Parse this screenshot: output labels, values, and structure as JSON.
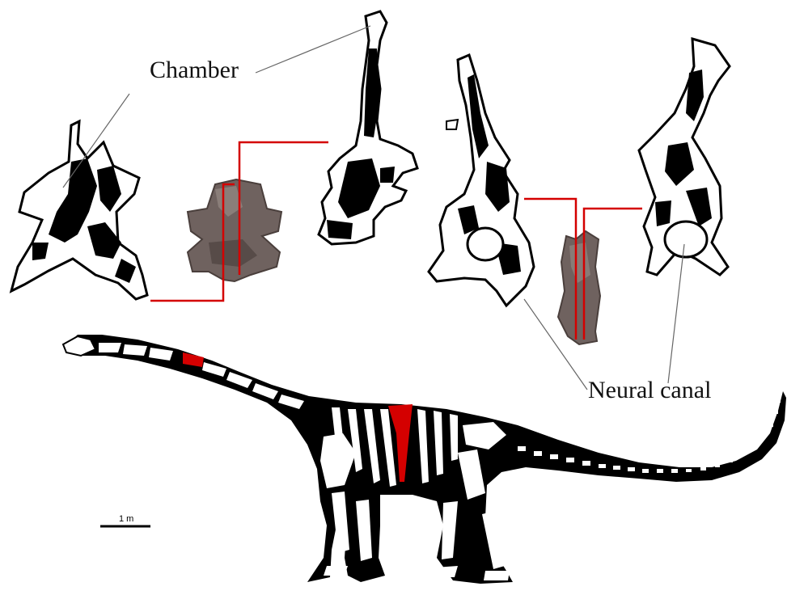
{
  "labels": {
    "chamber": "Chamber",
    "neural_canal": "Neural canal"
  },
  "scale_bar": {
    "text": "1 m"
  },
  "colors": {
    "highlight": "#d40000",
    "bone": "#ffffff",
    "silhouette": "#000000",
    "fossil": "#6f625f",
    "leader_line": "#555555"
  },
  "icons": [
    "vertebra-section-anterior-left",
    "vertebra-photo-anterior",
    "vertebra-section-anterior-right",
    "vertebra-section-posterior-left",
    "vertebra-photo-posterior",
    "vertebra-section-posterior-right",
    "sauropod-skeleton-silhouette"
  ]
}
